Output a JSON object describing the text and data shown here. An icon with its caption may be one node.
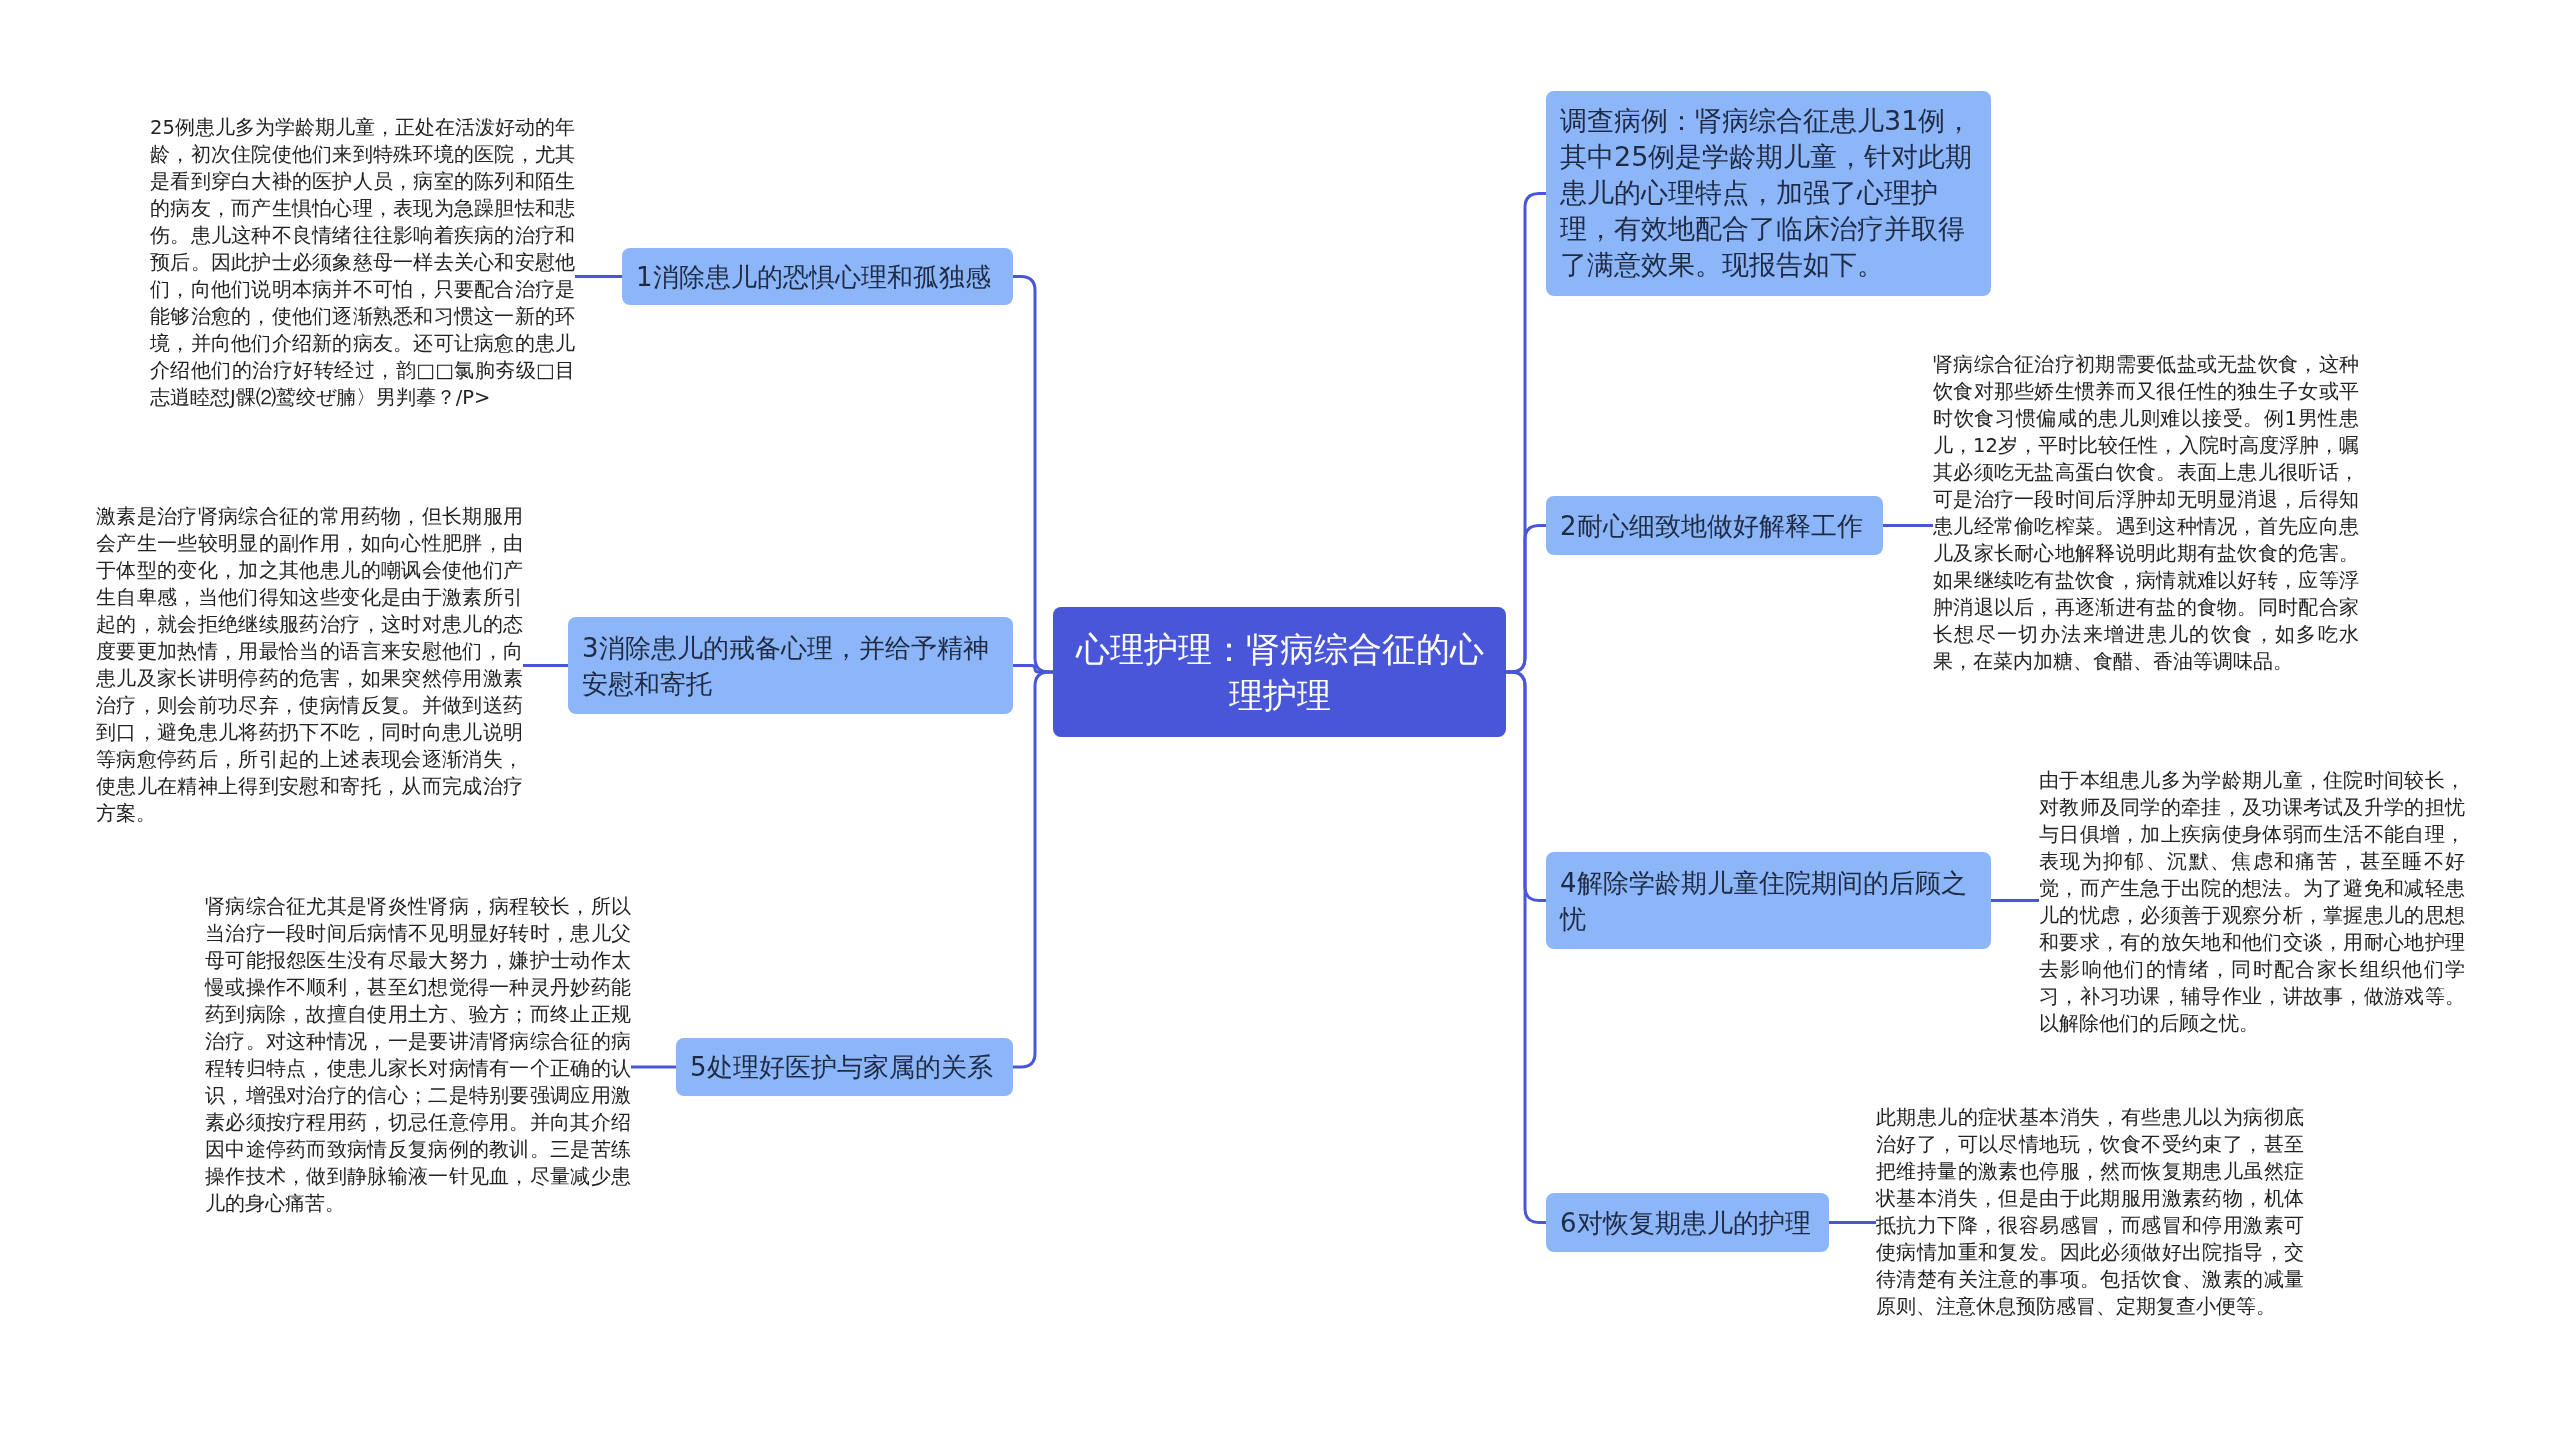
{
  "diagram": {
    "nodes": [
      {
        "text": [
          "心理护理：肾病综合征的心理护理"
        ]
      },
      {
        "text": [
          "调查病例：肾病综合征患儿31例，其中25例是学龄期儿童，针对此期患儿的心理特点，加强了心理护理，有效地配合了临床治疗并取得了满意效果。现报告如下。"
        ]
      },
      {
        "text": [
          "1消除患儿的恐惧心理和孤独感"
        ]
      },
      {
        "text": [
          "25例患儿多为学龄期儿童，正处在活泼好动的年龄，初次住院使他们来到特殊环境的医院，尤其是看到穿白大褂的医护人员，病室的陈列和陌生的病友，而产生惧怕心理，表现为急躁胆怯和悲伤。患儿这种不良情绪往往影响着疾病的治疗和预后。因此护士必须象慈母一样去关心和安慰他们，向他们说明本病并不可怕，只要配合治疗是能够治愈的，使他们逐渐熟悉和习惯这一新的环境，并向他们介绍新的病友。还可让病愈的患儿介绍他们的治疗好转经过，韵□□氯朐夯级□目志逍睦怼J髁⑵鹫绞ぜ腩〉男判摹？/P>"
        ]
      },
      {
        "text": [
          "2耐心细致地做好解释工作"
        ]
      },
      {
        "text": [
          "肾病综合征治疗初期需要低盐或无盐饮食，这种饮食对那些娇生惯养而又很任性的独生子女或平时饮食习惯偏咸的患儿则难以接受。例1男性患儿，12岁，平时比较任性，入院时高度浮肿，嘱其必须吃无盐高蛋白饮食。表面上患儿很听话，可是治疗一段时间后浮肿却无明显消退，后得知患儿经常偷吃榨菜。遇到这种情况，首先应向患儿及家长耐心地解释说明此期有盐饮食的危害。如果继续吃有盐饮食，病情就难以好转，应等浮肿消退以后，再逐渐进有盐的食物。同时配合家长想尽一切办法来增进患儿的饮食，如多吃水果，在菜内加糖、食醋、香油等调味品。"
        ]
      },
      {
        "text": [
          "3消除患儿的戒备心理，并给予精神安慰和寄托"
        ]
      },
      {
        "text": [
          "激素是治疗肾病综合征的常用药物，但长期服用会产生一些较明显的副作用，如向心性肥胖，由于体型的变化，加之其他患儿的嘲讽会使他们产生自卑感，当他们得知这些变化是由于激素所引起的，就会拒绝继续服药治疗，这时对患儿的态度要更加热情，用最恰当的语言来安慰他们，向患儿及家长讲明停药的危害，如果突然停用激素治疗，则会前功尽弃，使病情反复。并做到送药到口，避免患儿将药扔下不吃，同时向患儿说明等病愈停药后，所引起的上述表现会逐渐消失，使患儿在精神上得到安慰和寄托，从而完成治疗方案。"
        ]
      },
      {
        "text": [
          "4解除学龄期儿童住院期间的后顾之忧"
        ]
      },
      {
        "text": [
          "由于本组患儿多为学龄期儿童，住院时间较长，对教师及同学的牵挂，及功课考试及升学的担忧与日俱增，加上疾病使身体弱而生活不能自理，表现为抑郁、沉默、焦虑和痛苦，甚至睡不好觉，而产生急于出院的想法。为了避免和减轻患儿的忧虑，必须善于观察分析，掌握患儿的思想和要求，有的放矢地和他们交谈，用耐心地护理去影响他们的情绪，同时配合家长组织他们学习，补习功课，辅导作业，讲故事，做游戏等。以解除他们的后顾之忧。"
        ]
      },
      {
        "text": [
          "5处理好医护与家属的关系"
        ]
      },
      {
        "text": [
          "肾病综合征尤其是肾炎性肾病，病程较长，所以当治疗一段时间后病情不见明显好转时，患儿父母可能报怨医生没有尽最大努力，嫌护士动作太慢或操作不顺利，甚至幻想觉得一种灵丹妙药能药到病除，故擅自使用土方、验方；而终止正规治疗。对这种情况，一是要讲清肾病综合征的病程转归特点，使患儿家长对病情有一个正确的认识，增强对治疗的信心；二是特别要强调应用激素必须按疗程用药，切忌任意停用。并向其介绍因中途停药而致病情反复病例的教训。三是苦练操作技术，做到静脉输液一针见血，尽量减少患儿的身心痛苦。"
        ]
      },
      {
        "text": [
          "6对恢复期患儿的护理"
        ]
      },
      {
        "text": [
          "此期患儿的症状基本消失，有些患儿以为病彻底治好了，可以尽情地玩，饮食不受约束了，甚至把维持量的激素也停服，然而恢复期患儿虽然症状基本消失，但是由于此期服用激素药物，机体抵抗力下降，很容易感冒，而感冒和停用激素可使病情加重和复发。因此必须做好出院指导，交待清楚有关注意的事项。包括饮食、激素的减量原则、注意休息预防感冒、定期复查小便等。"
        ]
      }
    ],
    "edges": [
      {
        "from": 0,
        "to": 1,
        "arrow": "none"
      },
      {
        "from": 0,
        "to": 2,
        "arrow": "none"
      },
      {
        "from": 2,
        "to": 3,
        "arrow": "none"
      },
      {
        "from": 0,
        "to": 4,
        "arrow": "none"
      },
      {
        "from": 4,
        "to": 5,
        "arrow": "none"
      },
      {
        "from": 0,
        "to": 6,
        "arrow": "none"
      },
      {
        "from": 6,
        "to": 7,
        "arrow": "none"
      },
      {
        "from": 0,
        "to": 8,
        "arrow": "none"
      },
      {
        "from": 8,
        "to": 9,
        "arrow": "none"
      },
      {
        "from": 0,
        "to": 10,
        "arrow": "none"
      },
      {
        "from": 10,
        "to": 11,
        "arrow": "none"
      },
      {
        "from": 0,
        "to": 12,
        "arrow": "none"
      },
      {
        "from": 12,
        "to": 13,
        "arrow": "none"
      }
    ]
  }
}
